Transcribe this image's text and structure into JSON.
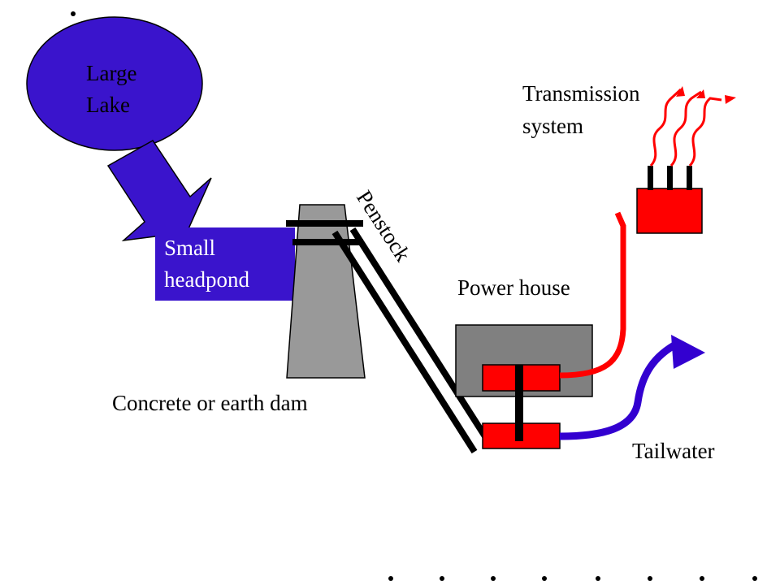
{
  "diagram": {
    "lake": {
      "line1": "Large",
      "line2": "Lake"
    },
    "headpond": {
      "line1": "Small",
      "line2": "headpond"
    },
    "penstock_label": "Penstock",
    "dam_label": "Concrete or earth dam",
    "powerhouse_label": "Power house",
    "transmission": {
      "line1": "Transmission",
      "line2": "system"
    },
    "tailwater_label": "Tailwater"
  },
  "colors": {
    "water": "#3a14cc",
    "tailwater": "#3300d0",
    "equipment": "#ff0000",
    "dam": "#999999",
    "powerhouse": "#808080",
    "pipe": "#000000"
  }
}
